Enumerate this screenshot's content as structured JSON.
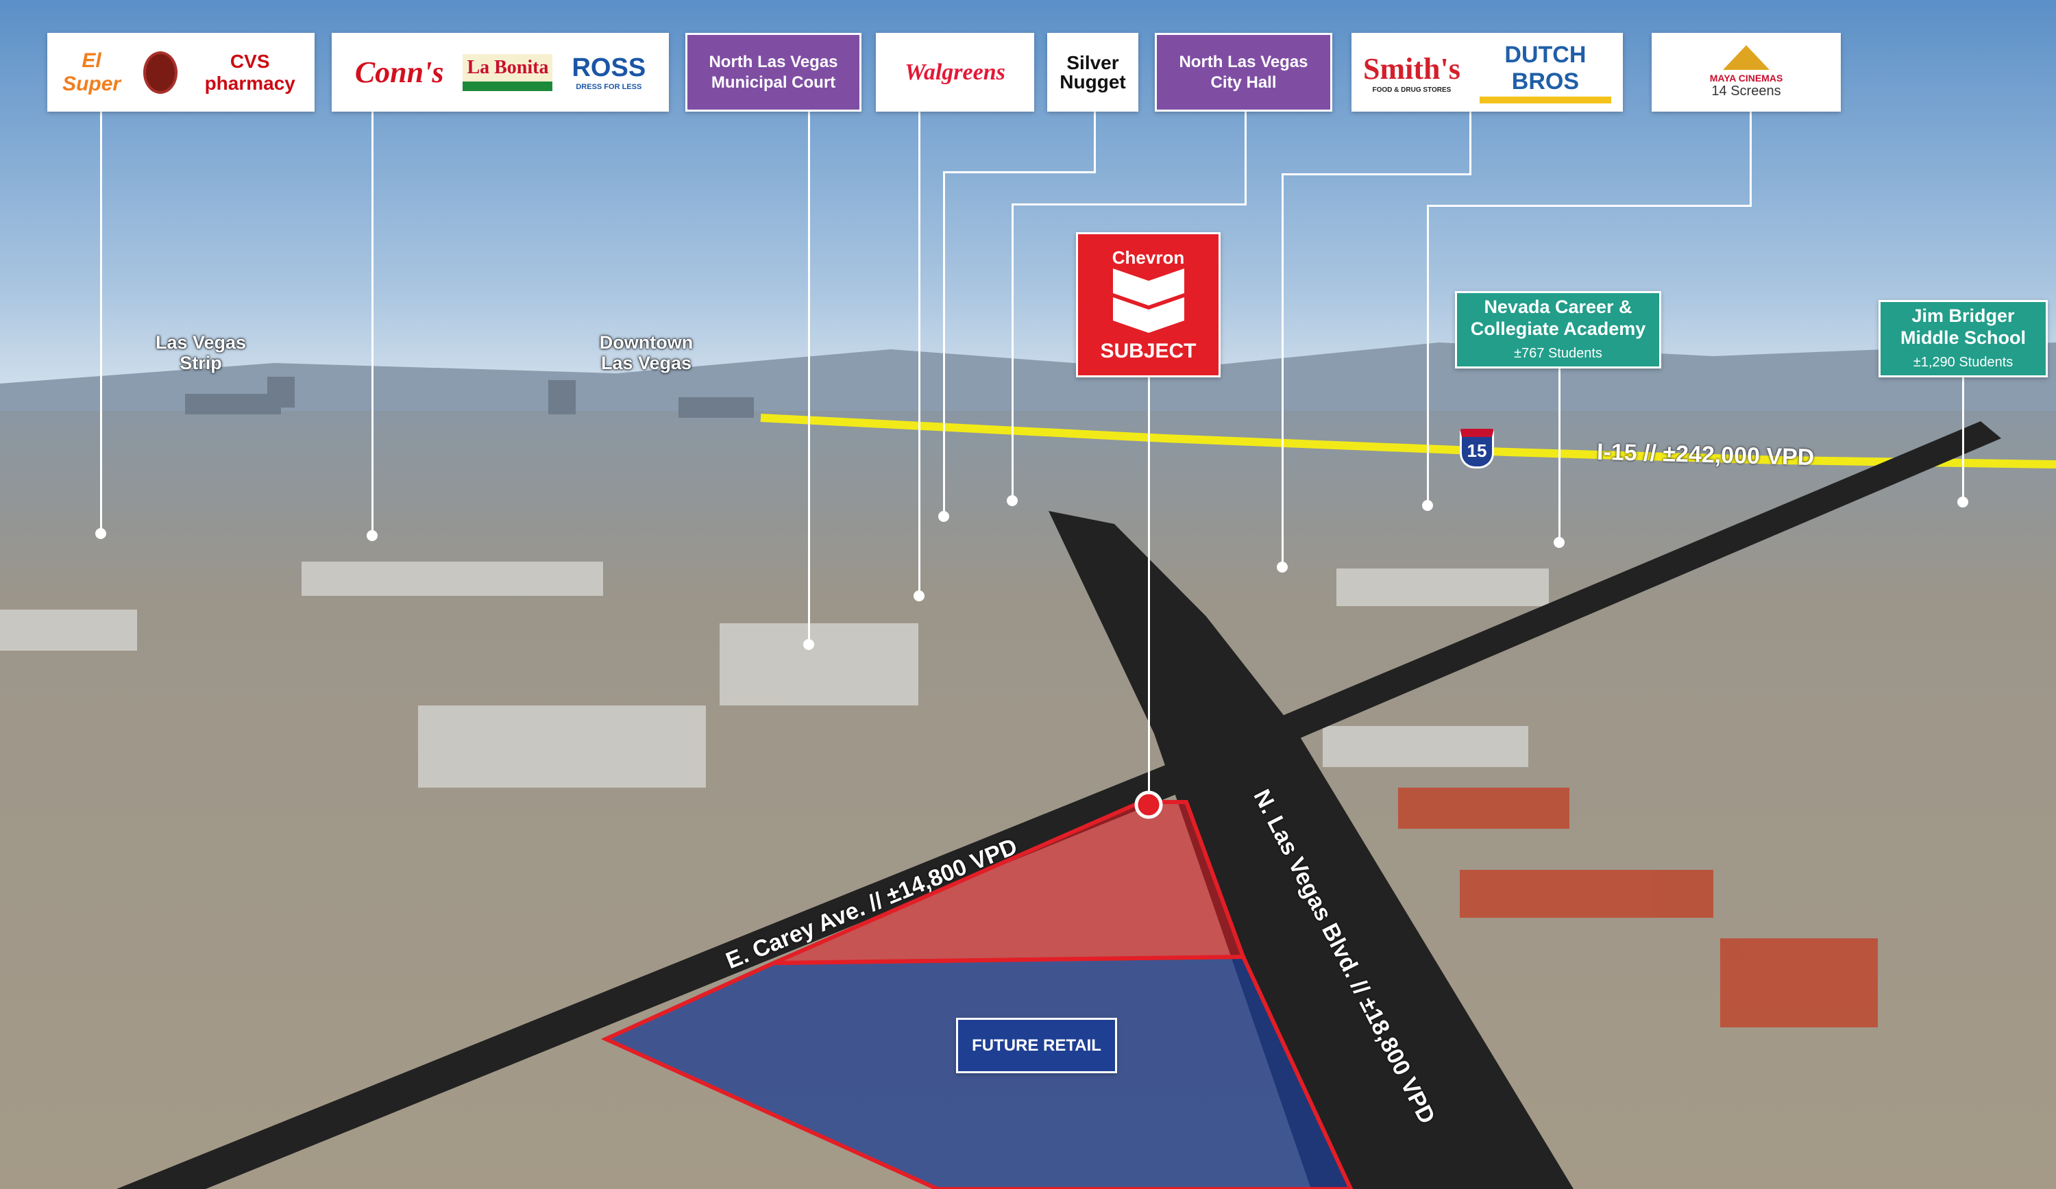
{
  "retail_boxes": [
    {
      "logos": [
        "El Super",
        "Chipotle",
        "CVS pharmacy"
      ]
    },
    {
      "logos": [
        "Conn's",
        "La Bonita",
        "ROSS",
        "DRESS FOR LESS"
      ]
    },
    {
      "label_line1": "North Las Vegas",
      "label_line2": "Municipal Court"
    },
    {
      "logos": [
        "Walgreens"
      ]
    },
    {
      "logos": [
        "Silver",
        "Nugget"
      ]
    },
    {
      "label_line1": "North Las Vegas",
      "label_line2": "City Hall"
    },
    {
      "logos": [
        "Smith's",
        "FOOD & DRUG STORES",
        "DUTCH BROS"
      ]
    },
    {
      "logos": [
        "MAYA CINEMAS"
      ],
      "sub": "14 Screens"
    }
  ],
  "subject": {
    "brand": "Chevron",
    "label": "SUBJECT"
  },
  "schools": [
    {
      "name_line1": "Nevada Career &",
      "name_line2": "Collegiate Academy",
      "students": "±767 Students"
    },
    {
      "name_line1": "Jim Bridger",
      "name_line2": "Middle School",
      "students": "±1,290 Students"
    }
  ],
  "places": [
    {
      "line1": "Las Vegas",
      "line2": "Strip"
    },
    {
      "line1": "Downtown",
      "line2": "Las Vegas"
    }
  ],
  "roads": {
    "i15_shield": "15",
    "i15": "I-15 // ±242,000 VPD",
    "carey": "E. Carey Ave. // ±14,800 VPD",
    "lvblvd": "N. Las Vegas Blvd. // ±18,800 VPD"
  },
  "future_retail": "FUTURE RETAIL",
  "colors": {
    "purple": "#7f4ea3",
    "teal": "#229e8a",
    "subject_red": "#e31e26",
    "navy": "#1f3f93"
  }
}
